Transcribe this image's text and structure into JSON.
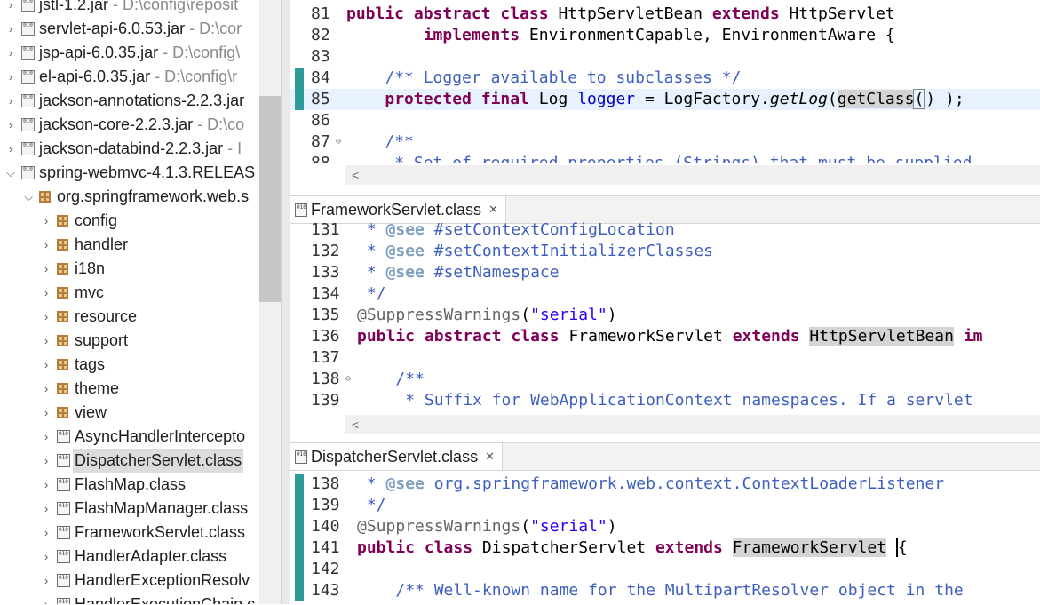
{
  "explorer": {
    "items": [
      {
        "label": "jstl-1.2.jar",
        "path": "- D:\\config\\reposit",
        "kind": "jar",
        "expanded": false
      },
      {
        "label": "servlet-api-6.0.53.jar",
        "path": "- D:\\cor",
        "kind": "jar",
        "expanded": false
      },
      {
        "label": "jsp-api-6.0.35.jar",
        "path": "- D:\\config\\",
        "kind": "jar",
        "expanded": false
      },
      {
        "label": "el-api-6.0.35.jar",
        "path": "- D:\\config\\r",
        "kind": "jar",
        "expanded": false
      },
      {
        "label": "jackson-annotations-2.2.3.jar",
        "path": "",
        "kind": "jar",
        "expanded": false
      },
      {
        "label": "jackson-core-2.2.3.jar",
        "path": "- D:\\co",
        "kind": "jar",
        "expanded": false
      },
      {
        "label": "jackson-databind-2.2.3.jar",
        "path": "- I",
        "kind": "jar",
        "expanded": false
      },
      {
        "label": "spring-webmvc-4.1.3.RELEAS",
        "path": "",
        "kind": "jar",
        "expanded": true
      },
      {
        "label": "org.springframework.web.s",
        "path": "",
        "kind": "package",
        "expanded": true
      },
      {
        "label": "config",
        "path": "",
        "kind": "package",
        "expanded": false
      },
      {
        "label": "handler",
        "path": "",
        "kind": "package",
        "expanded": false
      },
      {
        "label": "i18n",
        "path": "",
        "kind": "package",
        "expanded": false
      },
      {
        "label": "mvc",
        "path": "",
        "kind": "package",
        "expanded": false
      },
      {
        "label": "resource",
        "path": "",
        "kind": "package",
        "expanded": false
      },
      {
        "label": "support",
        "path": "",
        "kind": "package",
        "expanded": false
      },
      {
        "label": "tags",
        "path": "",
        "kind": "package",
        "expanded": false
      },
      {
        "label": "theme",
        "path": "",
        "kind": "package",
        "expanded": false
      },
      {
        "label": "view",
        "path": "",
        "kind": "package",
        "expanded": false
      },
      {
        "label": "AsyncHandlerIntercepto",
        "path": "",
        "kind": "class",
        "expanded": false
      },
      {
        "label": "DispatcherServlet.class",
        "path": "",
        "kind": "class",
        "expanded": false,
        "selected": true
      },
      {
        "label": "FlashMap.class",
        "path": "",
        "kind": "class",
        "expanded": false
      },
      {
        "label": "FlashMapManager.class",
        "path": "",
        "kind": "class",
        "expanded": false
      },
      {
        "label": "FrameworkServlet.class",
        "path": "",
        "kind": "class",
        "expanded": false
      },
      {
        "label": "HandlerAdapter.class",
        "path": "",
        "kind": "class",
        "expanded": false
      },
      {
        "label": "HandlerExceptionResolv",
        "path": "",
        "kind": "class",
        "expanded": false
      },
      {
        "label": "HandlerExecutionChain.c",
        "path": "",
        "kind": "class",
        "expanded": false
      }
    ]
  },
  "editors": [
    {
      "tab": null,
      "lines": [
        {
          "num": "81",
          "tokens": [
            [
              "kw",
              "public"
            ],
            [
              "",
              "​ "
            ],
            [
              "kw",
              "abstract"
            ],
            [
              "",
              " "
            ],
            [
              "kw",
              "class"
            ],
            [
              "",
              " HttpServletBean "
            ],
            [
              "kw",
              "extends"
            ],
            [
              "",
              " HttpServlet"
            ]
          ]
        },
        {
          "num": "82",
          "tokens": [
            [
              "",
              "        "
            ],
            [
              "kw",
              "implements"
            ],
            [
              "",
              " EnvironmentCapable, EnvironmentAware {"
            ]
          ]
        },
        {
          "num": "83",
          "tokens": []
        },
        {
          "num": "84",
          "mark": true,
          "tokens": [
            [
              "",
              "    "
            ],
            [
              "cm",
              "/** Logger available to subclasses */"
            ]
          ]
        },
        {
          "num": "85",
          "mark": true,
          "current": true,
          "tokens": [
            [
              "",
              "    "
            ],
            [
              "kw",
              "protected"
            ],
            [
              "",
              " "
            ],
            [
              "kw",
              "final"
            ],
            [
              "",
              " Log "
            ],
            [
              "fld",
              "logger"
            ],
            [
              "",
              " = LogFactory."
            ],
            [
              "ital",
              "getLog"
            ],
            [
              "",
              "("
            ],
            [
              "hl",
              "getClass"
            ],
            [
              "bracket",
              "("
            ],
            [
              "caret",
              ")"
            ],
            [
              "",
              " );"
            ]
          ]
        },
        {
          "num": "86",
          "tokens": []
        },
        {
          "num": "87",
          "fold": true,
          "tokens": [
            [
              "",
              "    "
            ],
            [
              "cm",
              "/**"
            ]
          ]
        },
        {
          "num": "88",
          "tokens": [
            [
              "",
              "     "
            ],
            [
              "cm",
              "* Set of required properties (Strings) that must be supplied"
            ]
          ]
        }
      ]
    },
    {
      "tab": "FrameworkServlet.class",
      "lines": [
        {
          "num": "131",
          "tokens": [
            [
              "",
              " "
            ],
            [
              "cm",
              "* "
            ],
            [
              "tag",
              "@see"
            ],
            [
              "cm",
              " #setContextConfigLocation"
            ]
          ]
        },
        {
          "num": "132",
          "tokens": [
            [
              "",
              " "
            ],
            [
              "cm",
              "* "
            ],
            [
              "tag",
              "@see"
            ],
            [
              "cm",
              " #setContextInitializerClasses"
            ]
          ]
        },
        {
          "num": "133",
          "tokens": [
            [
              "",
              " "
            ],
            [
              "cm",
              "* "
            ],
            [
              "tag",
              "@see"
            ],
            [
              "cm",
              " #setNamespace"
            ]
          ]
        },
        {
          "num": "134",
          "tokens": [
            [
              "",
              " "
            ],
            [
              "cm",
              "*/"
            ]
          ]
        },
        {
          "num": "135",
          "tokens": [
            [
              "ann",
              "@SuppressWarnings"
            ],
            [
              "",
              "("
            ],
            [
              "str",
              "\"serial\""
            ],
            [
              "",
              ")"
            ]
          ]
        },
        {
          "num": "136",
          "tokens": [
            [
              "kw",
              "public"
            ],
            [
              "",
              " "
            ],
            [
              "kw",
              "abstract"
            ],
            [
              "",
              " "
            ],
            [
              "kw",
              "class"
            ],
            [
              "",
              " FrameworkServlet "
            ],
            [
              "kw",
              "extends"
            ],
            [
              "",
              " "
            ],
            [
              "hl",
              "HttpServletBean"
            ],
            [
              "",
              " "
            ],
            [
              "kw",
              "im"
            ]
          ]
        },
        {
          "num": "137",
          "tokens": []
        },
        {
          "num": "138",
          "fold": true,
          "tokens": [
            [
              "",
              "    "
            ],
            [
              "cm",
              "/**"
            ]
          ]
        },
        {
          "num": "139",
          "tokens": [
            [
              "",
              "     "
            ],
            [
              "cm",
              "* Suffix for WebApplicationContext namespaces. If a servlet"
            ]
          ]
        }
      ]
    },
    {
      "tab": "DispatcherServlet.class",
      "lines": [
        {
          "num": "138",
          "mark": true,
          "tokens": [
            [
              "",
              " "
            ],
            [
              "cm",
              "* "
            ],
            [
              "tag",
              "@see"
            ],
            [
              "cm",
              " org.springframework.web.context.ContextLoaderListener"
            ]
          ]
        },
        {
          "num": "139",
          "mark": true,
          "tokens": [
            [
              "",
              " "
            ],
            [
              "cm",
              "*/"
            ]
          ]
        },
        {
          "num": "140",
          "mark": true,
          "tokens": [
            [
              "ann",
              "@SuppressWarnings"
            ],
            [
              "",
              "("
            ],
            [
              "str",
              "\"serial\""
            ],
            [
              "",
              ")"
            ]
          ]
        },
        {
          "num": "141",
          "mark": true,
          "tokens": [
            [
              "kw",
              "public"
            ],
            [
              "",
              " "
            ],
            [
              "kw",
              "class"
            ],
            [
              "",
              " DispatcherServlet "
            ],
            [
              "kw",
              "extends"
            ],
            [
              "",
              " "
            ],
            [
              "hl",
              "FrameworkServlet"
            ],
            [
              "",
              " "
            ],
            [
              "caret",
              "{"
            ]
          ]
        },
        {
          "num": "142",
          "mark": true,
          "tokens": []
        },
        {
          "num": "143",
          "mark": true,
          "tokens": [
            [
              "",
              "    "
            ],
            [
              "cm",
              "/** Well-known name for the MultipartResolver object in the"
            ]
          ]
        }
      ]
    }
  ],
  "tabs": {
    "framework": {
      "label": "FrameworkServlet.class",
      "close": "✕"
    },
    "dispatcher": {
      "label": "DispatcherServlet.class",
      "close": "✕"
    }
  }
}
